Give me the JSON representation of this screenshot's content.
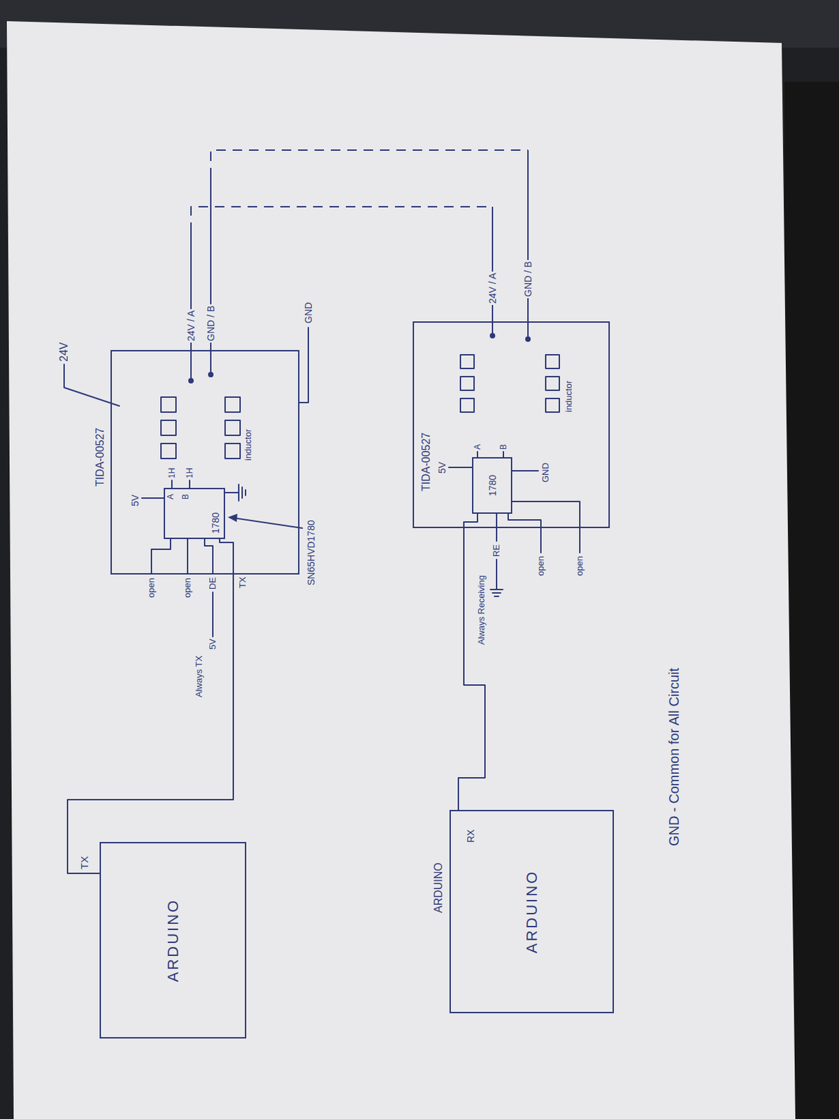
{
  "diagram": {
    "nodes": [
      {
        "text": [
          "ARDUINO"
        ]
      },
      {
        "text": [
          "TIDA-00527"
        ]
      },
      {
        "text": [
          "1780"
        ],
        "in": 1
      },
      {
        "text": [
          "TIDA-00527"
        ]
      },
      {
        "text": [
          "1780"
        ],
        "in": 3
      },
      {
        "text": [
          "ARDUINO",
          "ARDUINO"
        ]
      }
    ],
    "edges": [
      {
        "from": 0,
        "to": 2,
        "arrow": "none"
      },
      {
        "from": 1,
        "to": 3,
        "arrow": "none"
      },
      {
        "from": 1,
        "to": 3,
        "arrow": "none"
      },
      {
        "from": 4,
        "to": 5,
        "arrow": "none"
      }
    ],
    "labels": [
      "TX",
      "24V",
      "5V",
      "A",
      "B",
      "1H",
      "1H",
      "inductor",
      "SN65HVD1780",
      "open",
      "open",
      "Always TX",
      "5V",
      "DE",
      "TX",
      "24V / A",
      "GND / B",
      "GND",
      "5V",
      "A",
      "B",
      "GND",
      "inductor",
      "24V / A",
      "GND / B",
      "RE",
      "Always Receiving",
      "open",
      "open",
      "RX",
      "GND - Common for All Circuit"
    ]
  }
}
